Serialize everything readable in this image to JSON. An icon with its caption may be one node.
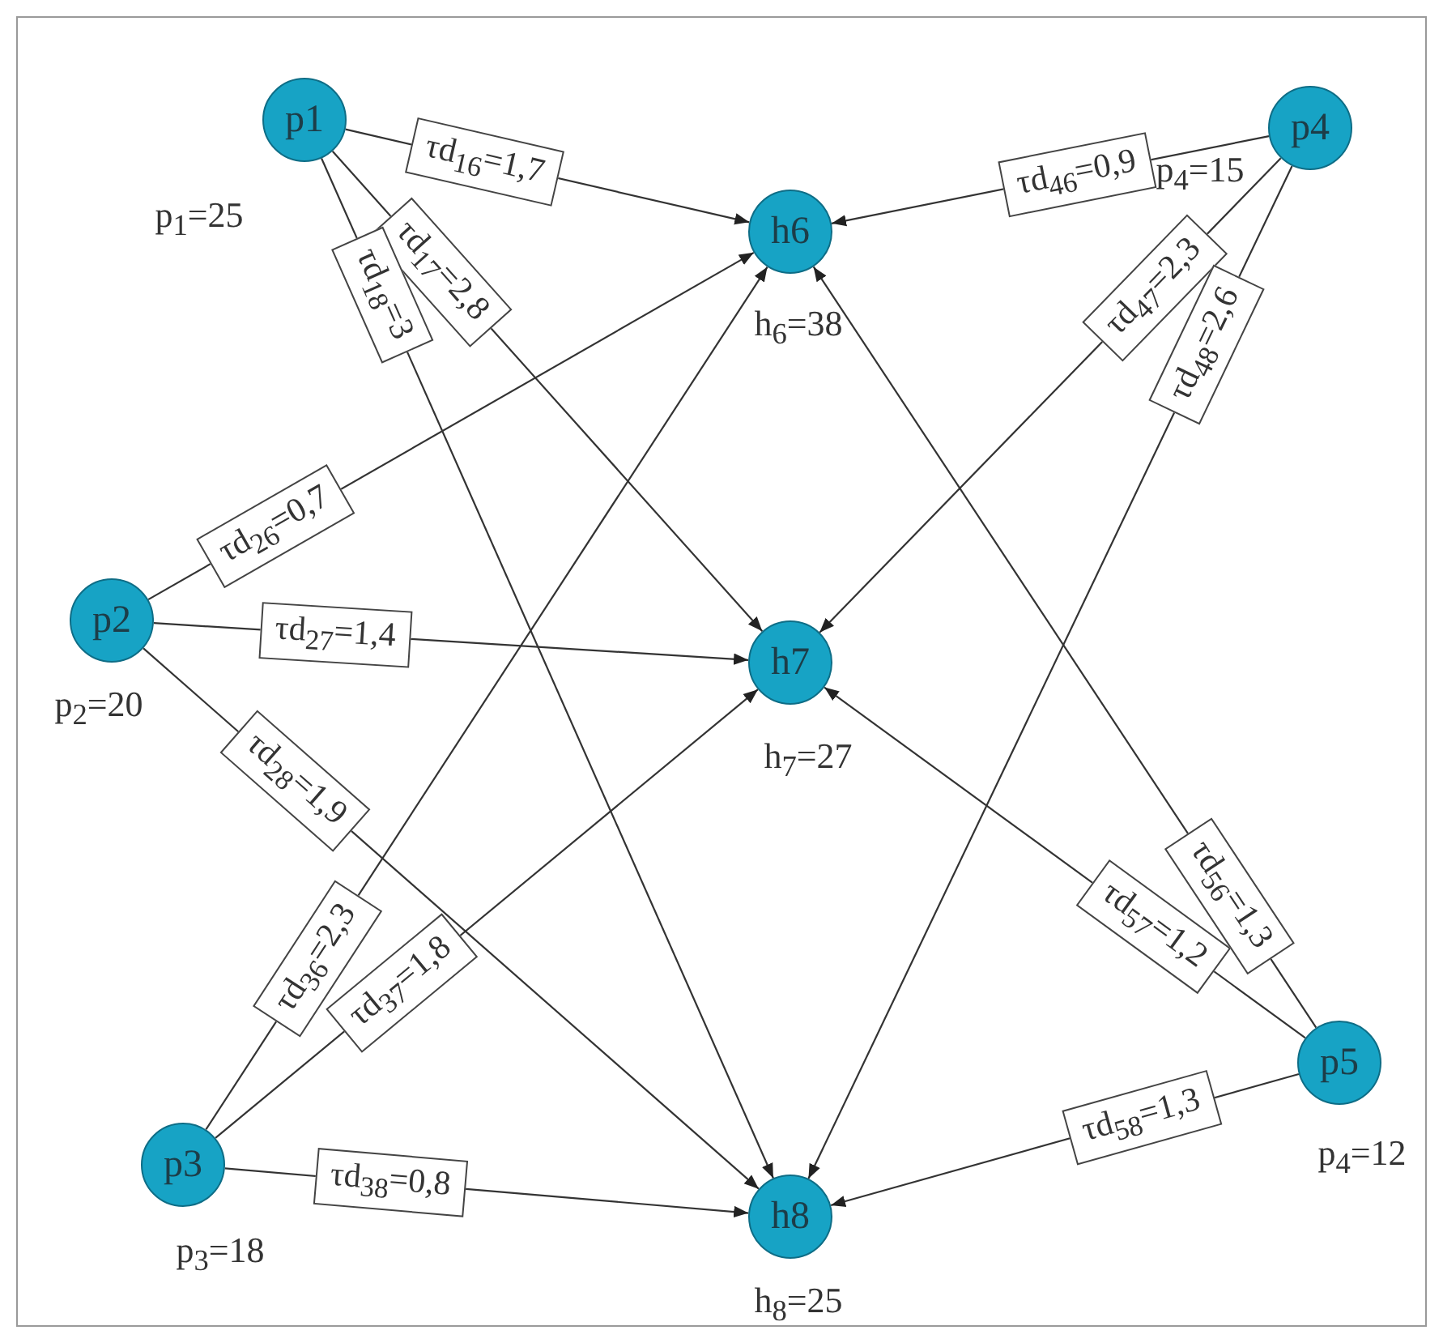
{
  "diagram": {
    "nodes": [
      {
        "text": [
          "p1"
        ],
        "beside": [
          "p$_{1}$=25"
        ]
      },
      {
        "text": [
          "p2"
        ],
        "beside": [
          "p$_{2}$=20"
        ]
      },
      {
        "text": [
          "p3"
        ],
        "beside": [
          "p$_{3}$=18"
        ]
      },
      {
        "text": [
          "p4"
        ],
        "beside": [
          "p$_{4}$=15"
        ]
      },
      {
        "text": [
          "p5"
        ],
        "beside": [
          "p$_{4}$=12"
        ]
      },
      {
        "text": [
          "h6"
        ],
        "beside": [
          "h$_{6}$=38"
        ]
      },
      {
        "text": [
          "h7"
        ],
        "beside": [
          "h$_{7}$=27"
        ]
      },
      {
        "text": [
          "h8"
        ],
        "beside": [
          "h$_{8}$=25"
        ]
      }
    ],
    "edges": [
      {
        "from": 0,
        "to": 5,
        "arrow": "to",
        "label": "τd$_{16}$=1,7"
      },
      {
        "from": 0,
        "to": 6,
        "arrow": "to",
        "label": "τd$_{17}$=2,8"
      },
      {
        "from": 0,
        "to": 7,
        "arrow": "to",
        "label": "τd$_{18}$=3"
      },
      {
        "from": 1,
        "to": 5,
        "arrow": "to",
        "label": "τd$_{26}$=0,7"
      },
      {
        "from": 1,
        "to": 6,
        "arrow": "to",
        "label": "τd$_{27}$=1,4"
      },
      {
        "from": 1,
        "to": 7,
        "arrow": "to",
        "label": "τd$_{28}$=1,9"
      },
      {
        "from": 2,
        "to": 5,
        "arrow": "to",
        "label": "τd$_{36}$=2,3"
      },
      {
        "from": 2,
        "to": 6,
        "arrow": "to",
        "label": "τd$_{37}$=1,8"
      },
      {
        "from": 2,
        "to": 7,
        "arrow": "to",
        "label": "τd$_{38}$=0,8"
      },
      {
        "from": 3,
        "to": 5,
        "arrow": "to",
        "label": "τd$_{46}$=0,9"
      },
      {
        "from": 3,
        "to": 6,
        "arrow": "to",
        "label": "τd$_{47}$=2,3"
      },
      {
        "from": 3,
        "to": 7,
        "arrow": "to",
        "label": "τd$_{48}$=2,6"
      },
      {
        "from": 4,
        "to": 5,
        "arrow": "to",
        "label": "τd$_{56}$=1,3"
      },
      {
        "from": 4,
        "to": 6,
        "arrow": "to",
        "label": "τd$_{57}$=1,2"
      },
      {
        "from": 4,
        "to": 7,
        "arrow": "to",
        "label": "τd$_{58}$=1,3"
      }
    ]
  }
}
